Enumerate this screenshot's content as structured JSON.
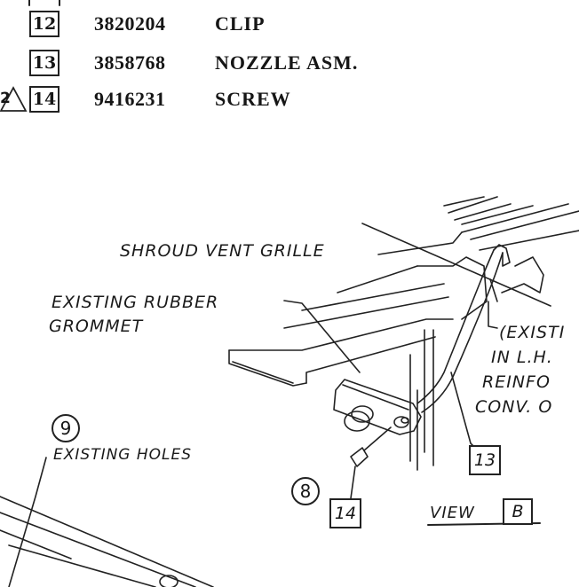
{
  "parts_list": [
    {
      "index": "12",
      "part_number": "3820204",
      "description": "CLIP",
      "note_flag": ""
    },
    {
      "index": "13",
      "part_number": "3858768",
      "description": "NOZZLE ASM.",
      "note_flag": ""
    },
    {
      "index": "14",
      "part_number": "9416231",
      "description": "SCREW",
      "note_flag": "2"
    }
  ],
  "labels": {
    "shroud": "SHROUD VENT GRILLE",
    "grommet_line1": "EXISTING RUBBER",
    "grommet_line2": "GROMMET",
    "existing_line1": "(EXISTI",
    "existing_line2": "IN L.H.",
    "existing_line3": "REINFO",
    "existing_line4": "CONV. O",
    "holes": "EXISTING HOLES"
  },
  "callouts": {
    "circle_9": "9",
    "circle_8": "8",
    "box_13": "13",
    "box_14": "14",
    "view_label": "VIEW",
    "view_letter": "B"
  }
}
